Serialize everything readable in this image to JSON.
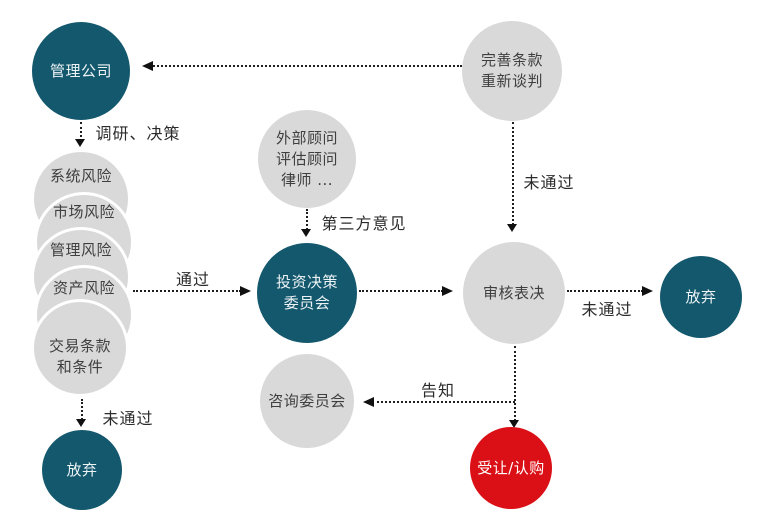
{
  "colors": {
    "node_teal": "#14586e",
    "node_gray": "#d9d9d9",
    "node_red": "#da1016",
    "line_color": "#1f1f1f",
    "text_dark": "#3f3f3f",
    "text_light": "#ffffff",
    "background": "#ffffff"
  },
  "nodes": {
    "management": {
      "label": "管理公司"
    },
    "renegotiate": {
      "label": "完善条款\n重新谈判"
    },
    "external_advisors": {
      "label": "外部顾问\n评估顾问\n律师 ..."
    },
    "risk_system": {
      "label": "系统风险"
    },
    "risk_market": {
      "label": "市场风险"
    },
    "risk_management": {
      "label": "管理风险"
    },
    "risk_asset": {
      "label": "资产风险"
    },
    "deal_terms": {
      "label": "交易条款\n和条件"
    },
    "investment_committee": {
      "label": "投资决策\n委员会"
    },
    "review_vote": {
      "label": "审核表决"
    },
    "abandon_right": {
      "label": "放弃"
    },
    "advisory_committee": {
      "label": "咨询委员会"
    },
    "abandon_left": {
      "label": "放弃"
    },
    "subscribe": {
      "label": "受让/认购"
    }
  },
  "edge_labels": {
    "research_decision": "调研、决策",
    "third_party_opinion": "第三方意见",
    "not_passed_top": "未通过",
    "passed": "通过",
    "not_passed_right": "未通过",
    "inform": "告知",
    "not_passed_left": "未通过"
  }
}
